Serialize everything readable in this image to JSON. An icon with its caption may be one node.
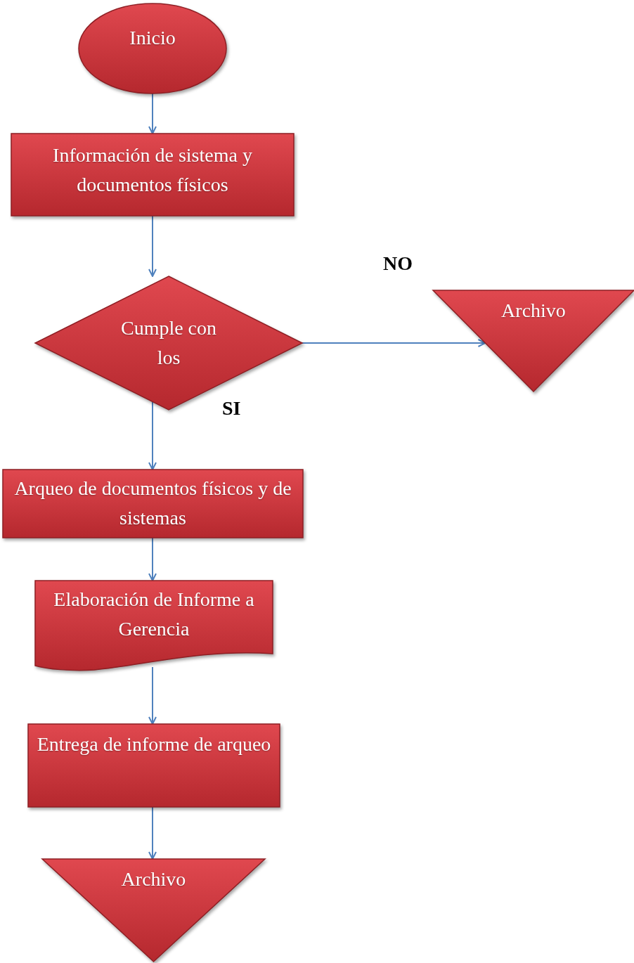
{
  "diagram": {
    "nodes": [
      {
        "text": [
          "Inicio"
        ]
      },
      {
        "text": [
          "Información de sistema y documentos físicos"
        ]
      },
      {
        "text": [
          "Cumple con los"
        ]
      },
      {
        "text": [
          "Archivo"
        ]
      },
      {
        "text": [
          "Arqueo de documentos físicos y de sistemas"
        ]
      },
      {
        "text": [
          "Elaboración de Informe a Gerencia"
        ]
      },
      {
        "text": [
          "Entrega de informe de arqueo"
        ]
      },
      {
        "text": [
          "Archivo"
        ]
      }
    ],
    "edges": [
      {
        "from": 0,
        "to": 1,
        "arrow": "to"
      },
      {
        "from": 1,
        "to": 2,
        "arrow": "to"
      },
      {
        "from": 2,
        "to": 3,
        "arrow": "to",
        "label": "NO"
      },
      {
        "from": 2,
        "to": 4,
        "arrow": "to",
        "label": "SI"
      },
      {
        "from": 4,
        "to": 5,
        "arrow": "to"
      },
      {
        "from": 5,
        "to": 6,
        "arrow": "to"
      },
      {
        "from": 6,
        "to": 7,
        "arrow": "to"
      }
    ]
  }
}
